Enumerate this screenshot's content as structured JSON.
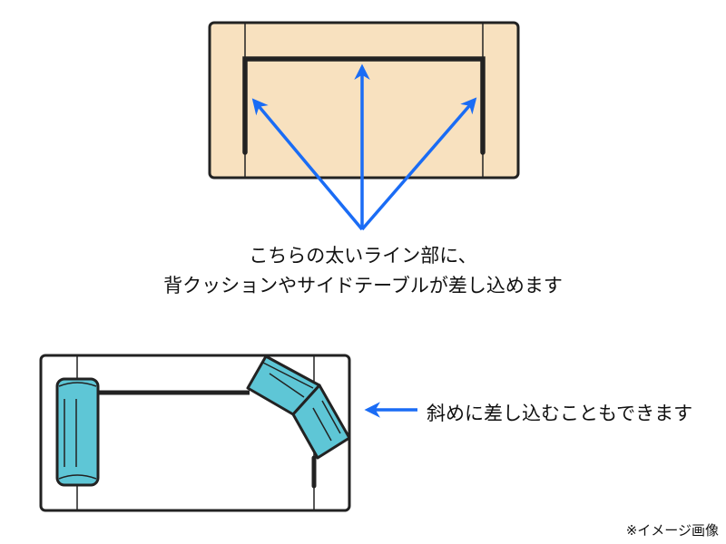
{
  "caption": {
    "line1": "こちらの太いライン部に、",
    "line2": "背クッションやサイドテーブルが差し込めます"
  },
  "diagonal_caption": "斜めに差し込むこともできます",
  "note": "※イメージ画像",
  "colors": {
    "sofa_fill": "#f8e1bf",
    "outline": "#222222",
    "arrow": "#1a6cf5",
    "cushion": "#5ec6d6"
  }
}
